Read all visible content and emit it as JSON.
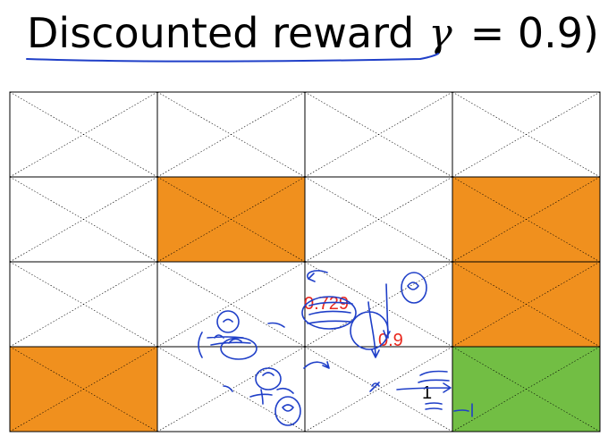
{
  "slide": {
    "title_prefix": "Discounted reward",
    "title_symbol": "γ",
    "title_suffix": "= 0.9)"
  },
  "grid": {
    "rows": 4,
    "cols": 4,
    "colors": {
      "empty": "#ffffff",
      "obstacle": "#f0901e",
      "goal": "#72be44",
      "line": "#000000"
    },
    "cells": [
      [
        "empty",
        "empty",
        "empty",
        "empty"
      ],
      [
        "empty",
        "obstacle",
        "empty",
        "obstacle"
      ],
      [
        "empty",
        "empty",
        "empty",
        "obstacle"
      ],
      [
        "obstacle",
        "empty",
        "empty",
        "goal"
      ]
    ]
  },
  "labels": [
    {
      "row": 2,
      "col": 2,
      "text": "0.729",
      "color": "#e8281e"
    },
    {
      "row": 2,
      "col": 2,
      "text": "0.9",
      "color": "#e8281e"
    },
    {
      "row": 3,
      "col": 2,
      "text": "1",
      "color": "#000000"
    }
  ],
  "annotations": {
    "ink_color": "#1f3fc8"
  }
}
